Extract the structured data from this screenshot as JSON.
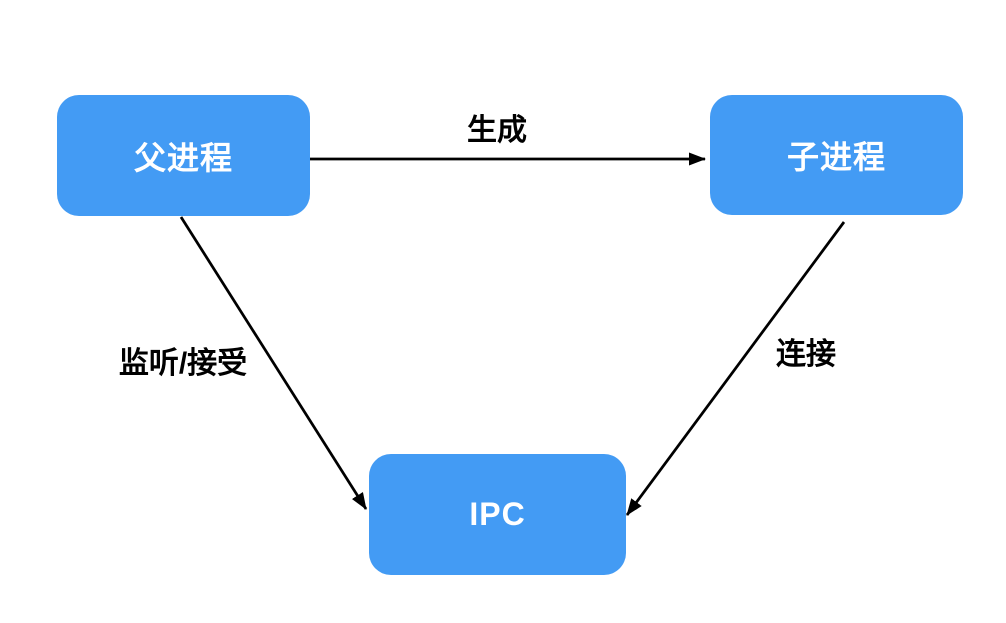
{
  "diagram": {
    "background_color": "#ffffff",
    "node_fill_color": "#439bf4",
    "node_text_color": "#ffffff",
    "arrow_color": "#000000",
    "edge_label_color": "#000000",
    "nodes": [
      {
        "id": "parent",
        "label": "父进程"
      },
      {
        "id": "child",
        "label": "子进程"
      },
      {
        "id": "ipc",
        "label": "IPC"
      }
    ],
    "edges": [
      {
        "id": "spawn",
        "from": "parent",
        "to": "child",
        "label": "生成"
      },
      {
        "id": "listen",
        "from": "parent",
        "to": "ipc",
        "label": "监听/接受"
      },
      {
        "id": "connect",
        "from": "child",
        "to": "ipc",
        "label": "连接"
      }
    ]
  }
}
